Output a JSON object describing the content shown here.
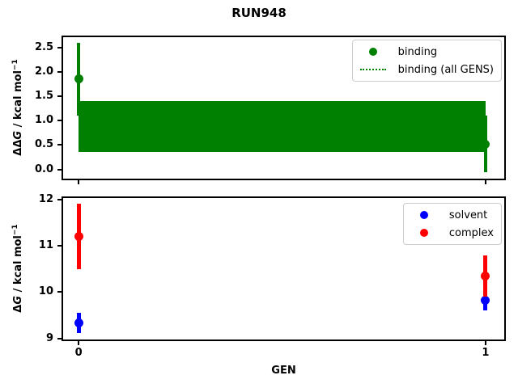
{
  "figure": {
    "suptitle": "RUN948",
    "xlabel": "GEN",
    "background": "#ffffff"
  },
  "colors": {
    "binding": "#008000",
    "solvent": "#0000ff",
    "complex": "#ff0000",
    "axes": "#000000",
    "legend_border": "#cccccc"
  },
  "top_plot_ylabel": {
    "delta": "ΔΔ",
    "g": "G",
    "units": " / kcal mol",
    "exp": "−1"
  },
  "bottom_plot_ylabel": {
    "delta": "Δ",
    "g": "G",
    "units": " / kcal mol",
    "exp": "−1"
  },
  "chart_data": [
    {
      "type": "scatter",
      "title": "RUN948",
      "ylabel": "ΔΔG / kcal mol⁻¹",
      "xlabel": "",
      "xlim": [
        -0.038,
        1.046
      ],
      "ylim": [
        -0.19,
        2.71
      ],
      "yticks": [
        "0.0",
        "0.5",
        "1.0",
        "1.5",
        "2.0",
        "2.5"
      ],
      "xticks": [
        "0",
        "1"
      ],
      "xtick_labels_visible": false,
      "grid": false,
      "legend_position": "upper right",
      "series": [
        {
          "name": "binding",
          "color": "#008000",
          "marker": "circle",
          "x": [
            0,
            1
          ],
          "y": [
            1.85,
            0.52
          ],
          "err_lo": [
            1.1,
            -0.06
          ],
          "err_hi": [
            2.6,
            1.1
          ]
        },
        {
          "name": "binding (all GENS)",
          "color": "#008000",
          "style": "dotted-line-with-filled-band",
          "mean": 0.88,
          "band_lo": 0.35,
          "band_hi": 1.4,
          "x_range": [
            0,
            1
          ]
        }
      ]
    },
    {
      "type": "scatter",
      "title": "",
      "ylabel": "ΔG / kcal mol⁻¹",
      "xlabel": "GEN",
      "xlim": [
        -0.038,
        1.046
      ],
      "ylim": [
        8.975,
        12.035
      ],
      "yticks": [
        "9",
        "10",
        "11",
        "12"
      ],
      "xticks": [
        "0",
        "1"
      ],
      "xtick_labels_visible": true,
      "grid": false,
      "legend_position": "upper right",
      "series": [
        {
          "name": "solvent",
          "color": "#0000ff",
          "marker": "circle",
          "x": [
            0,
            1
          ],
          "y": [
            9.33,
            9.83
          ],
          "err_lo": [
            9.11,
            9.6
          ],
          "err_hi": [
            9.55,
            10.06
          ]
        },
        {
          "name": "complex",
          "color": "#ff0000",
          "marker": "circle",
          "x": [
            0,
            1
          ],
          "y": [
            11.21,
            10.35
          ],
          "err_lo": [
            10.5,
            9.9
          ],
          "err_hi": [
            11.92,
            10.8
          ]
        }
      ]
    }
  ]
}
